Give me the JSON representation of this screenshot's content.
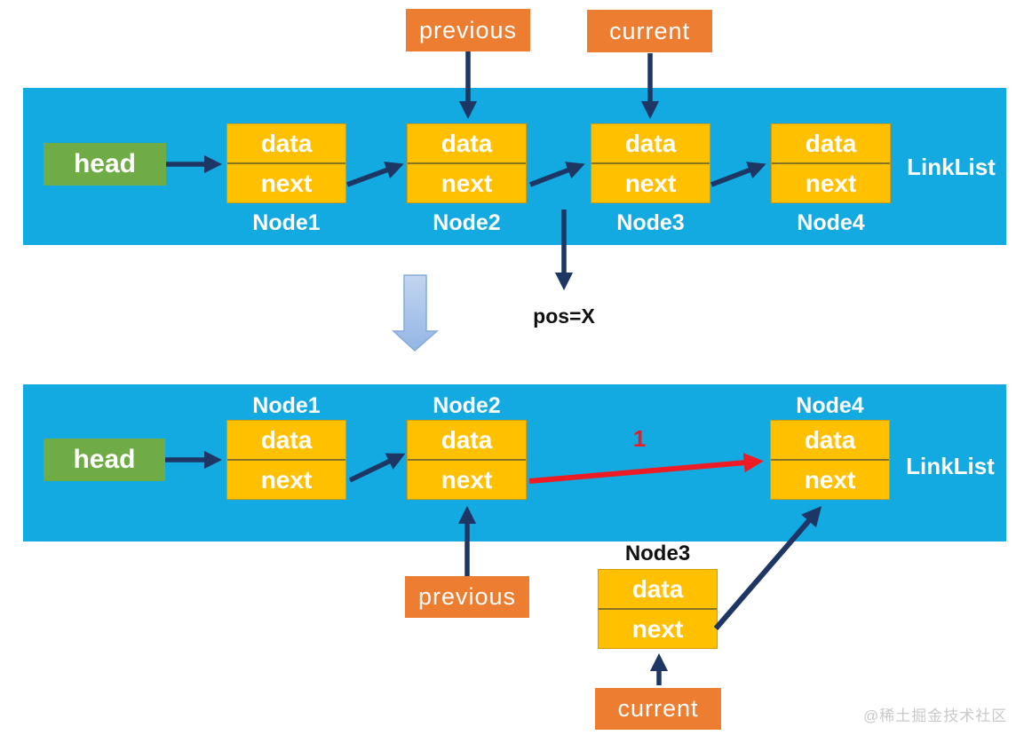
{
  "palette": {
    "band_blue": "#13a9e1",
    "node_yellow": "#ffc000",
    "head_green": "#6fac46",
    "tag_orange": "#ed7d31",
    "arrow_navy": "#1d3663",
    "arrow_red": "#ed1c24",
    "block_arrow_blue": "#a8c4e8"
  },
  "step1": {
    "pointer_tags": [
      {
        "label": "previous"
      },
      {
        "label": "current"
      }
    ],
    "head_label": "head",
    "list_label": "LinkList",
    "nodes": [
      {
        "name": "Node1",
        "fields": [
          "data",
          "next"
        ]
      },
      {
        "name": "Node2",
        "fields": [
          "data",
          "next"
        ]
      },
      {
        "name": "Node3",
        "fields": [
          "data",
          "next"
        ]
      },
      {
        "name": "Node4",
        "fields": [
          "data",
          "next"
        ]
      }
    ],
    "position_label": "pos=X"
  },
  "step2": {
    "head_label": "head",
    "list_label": "LinkList",
    "nodes": [
      {
        "name": "Node1",
        "fields": [
          "data",
          "next"
        ]
      },
      {
        "name": "Node2",
        "fields": [
          "data",
          "next"
        ]
      },
      {
        "name": "Node4",
        "fields": [
          "data",
          "next"
        ]
      }
    ],
    "detached_node": {
      "name": "Node3",
      "fields": [
        "data",
        "next"
      ]
    },
    "red_arrow_label": "1",
    "pointer_tags": [
      {
        "label": "previous"
      },
      {
        "label": "current"
      }
    ]
  },
  "watermark": "@稀土掘金技术社区"
}
